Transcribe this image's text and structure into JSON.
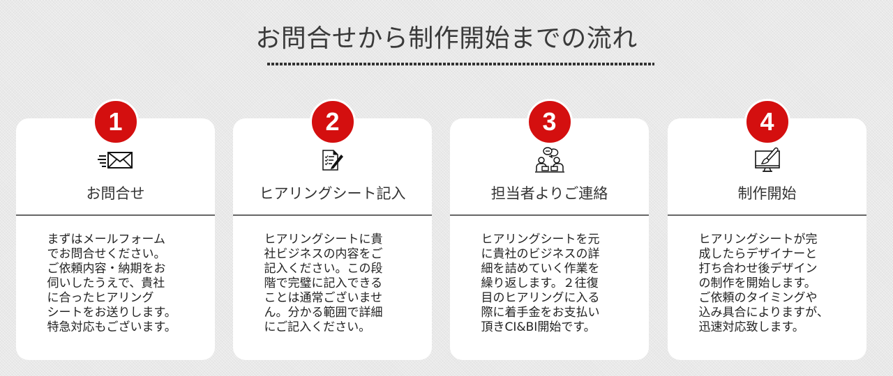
{
  "header": {
    "title": "お問合せから制作開始までの流れ"
  },
  "colors": {
    "badge": "#d40f0f",
    "background": "#e9e9e9",
    "card": "#ffffff",
    "divider": "#666666"
  },
  "steps": [
    {
      "number": "1",
      "icon": "mail-send-icon",
      "title": "お問合せ",
      "body": "まずはメールフォーム\nでお問合せください。\nご依頼内容・納期をお\n伺いしたうえで、貴社\nに合ったヒアリング\nシートをお送りします。\n特急対応もございます。"
    },
    {
      "number": "2",
      "icon": "checklist-pen-icon",
      "title": "ヒアリングシート記入",
      "body": "ヒアリングシートに貴\n社ビジネスの内容をご\n記入ください。この段\n階で完璧に記入できる\nことは通常ございませ\nん。分かる範囲で詳細\nにご記入ください。"
    },
    {
      "number": "3",
      "icon": "meeting-chat-icon",
      "title": "担当者よりご連絡",
      "body": "ヒアリングシートを元\nに貴社のビジネスの詳\n細を詰めていく作業を\n繰り返します。２往復\n目のヒアリングに入る\n際に着手金をお支払い\n頂きCI&BI開始です。"
    },
    {
      "number": "4",
      "icon": "monitor-brush-icon",
      "title": "制作開始",
      "body": "ヒアリングシートが完\n成したらデザイナーと\n打ち合わせ後デザイン\nの制作を開始します。\nご依頼のタイミングや\n込み具合によりますが、\n迅速対応致します。"
    }
  ]
}
